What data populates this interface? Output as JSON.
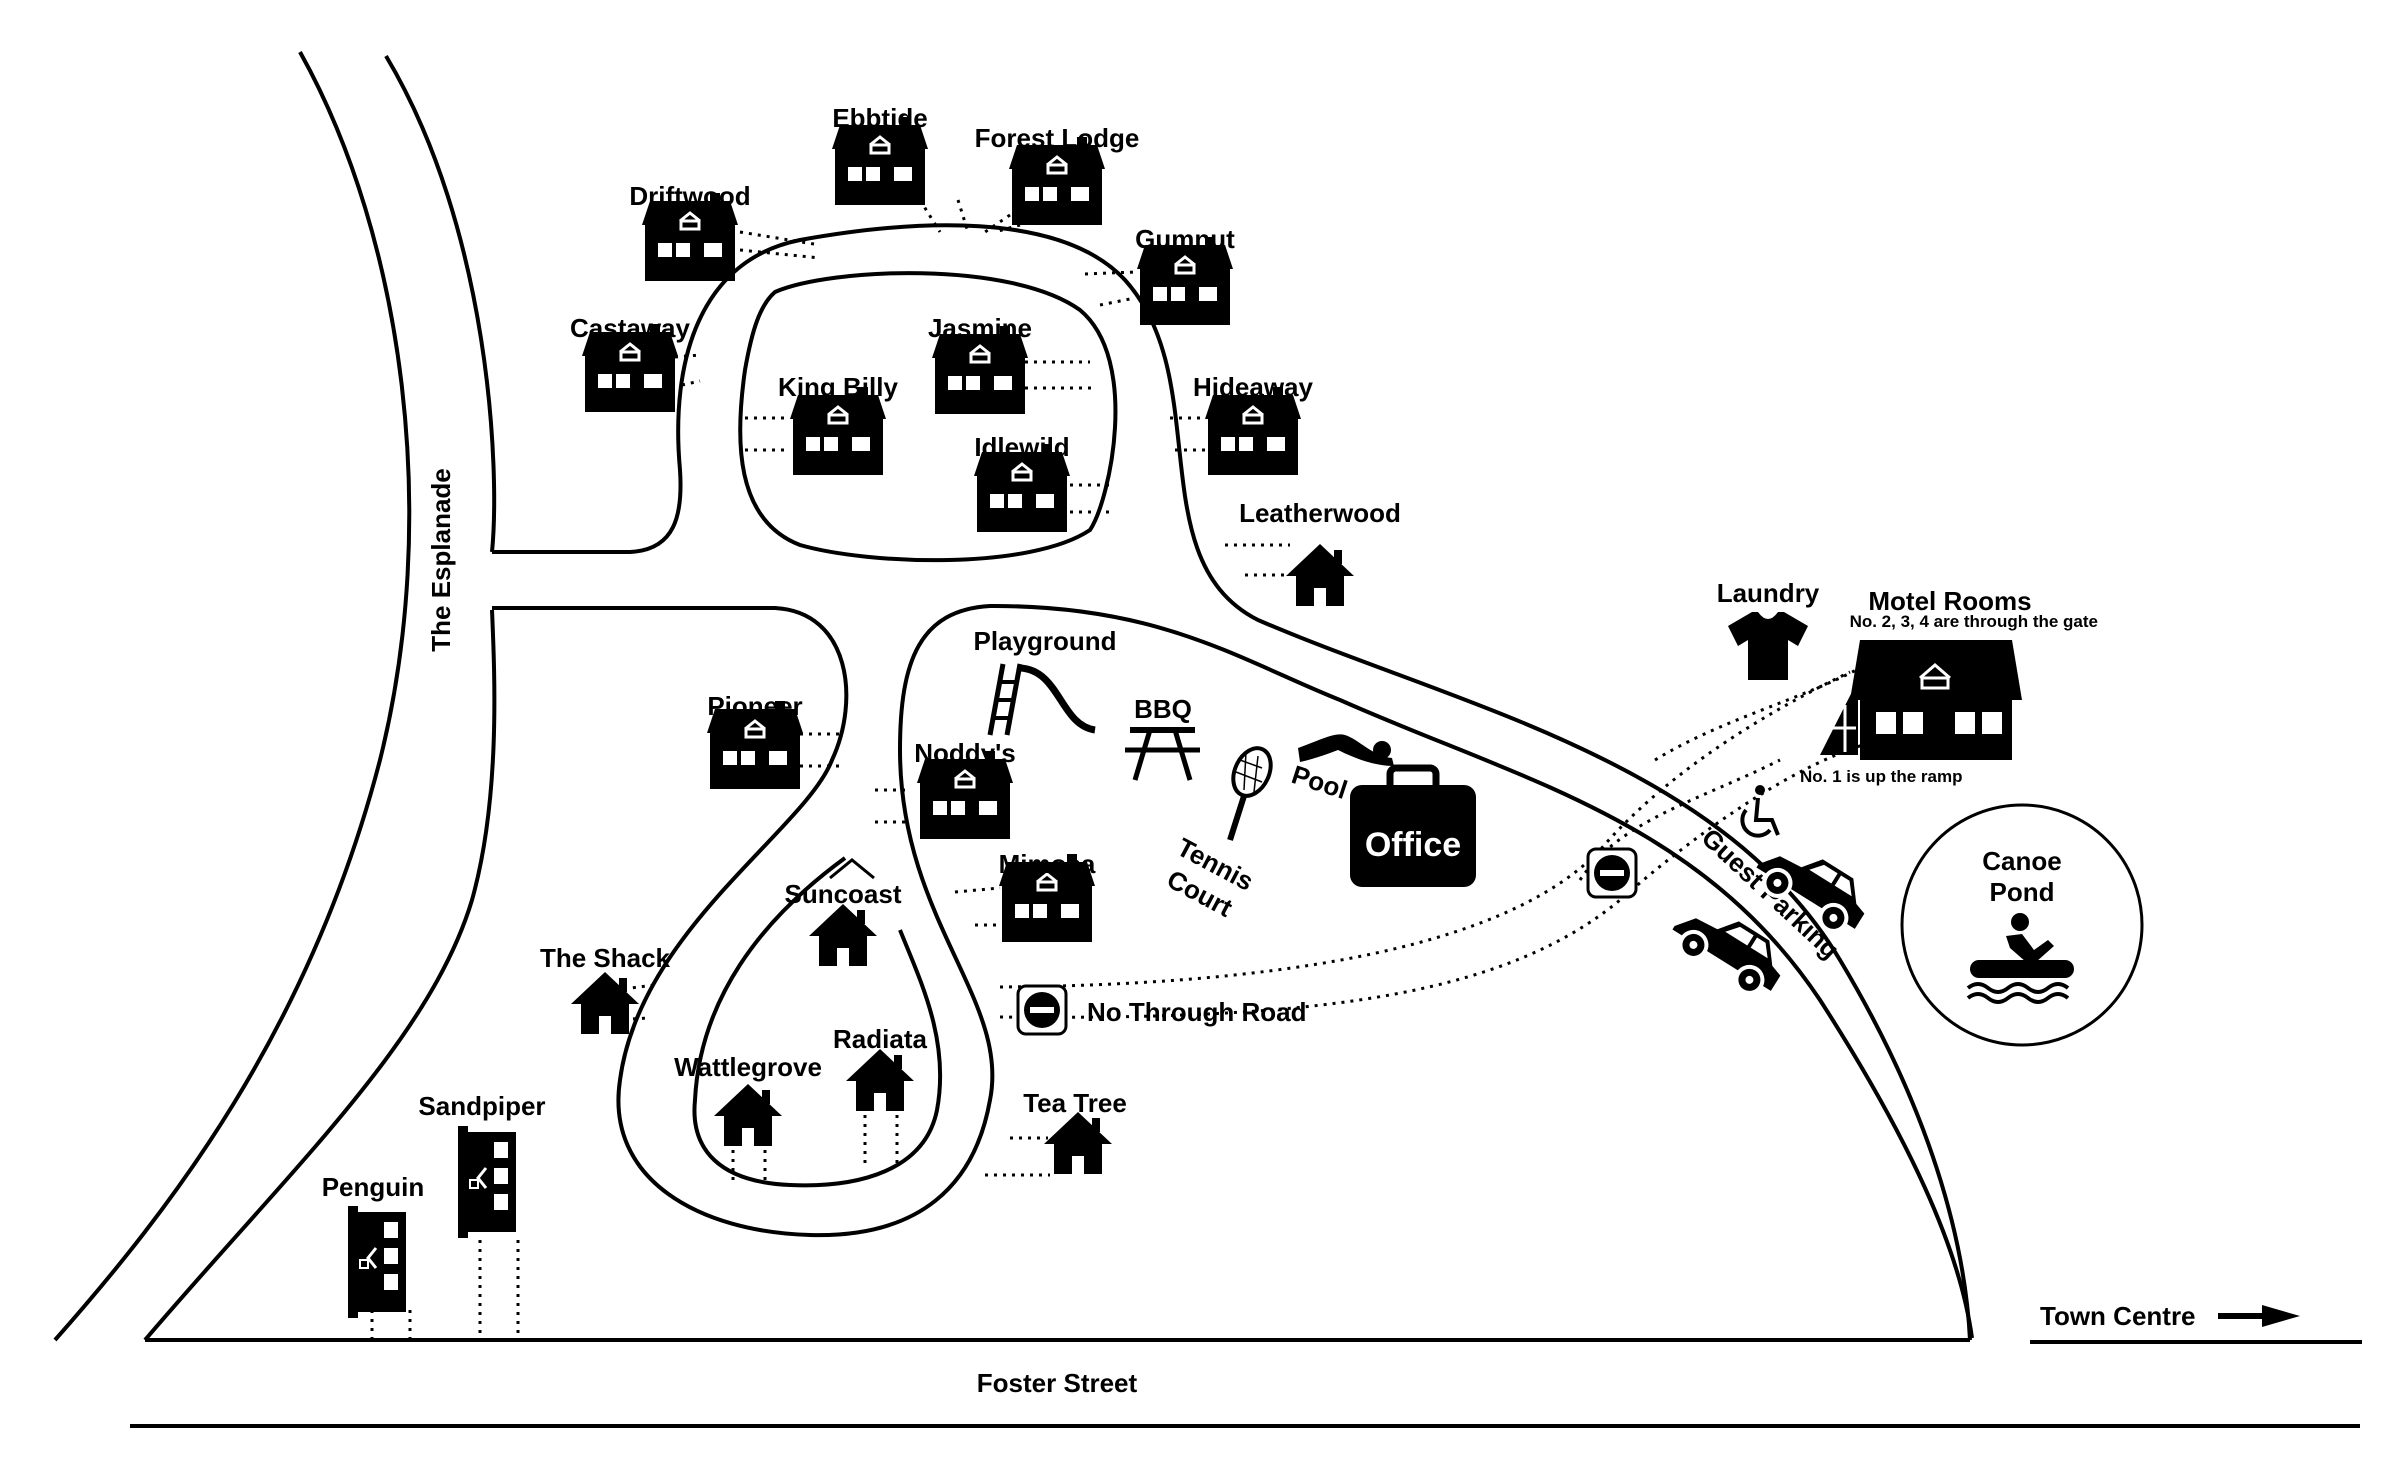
{
  "map": {
    "streets": {
      "esplanade": "The Esplanade",
      "foster": "Foster Street",
      "town_centre": "Town Centre",
      "no_through_road": "No Through Road",
      "guest_parking": "Guest Parking"
    },
    "cabins": {
      "ebbtide": "Ebbtide",
      "forest_lodge": "Forest Lodge",
      "driftwood": "Driftwood",
      "gumnut": "Gumnut",
      "castaway": "Castaway",
      "jasmine": "Jasmine",
      "king_billy": "King Billy",
      "hideaway": "Hideaway",
      "idlewild": "Idlewild",
      "leatherwood": "Leatherwood",
      "pioneer": "Pioneer",
      "noddys": "Noddy's",
      "mimosa": "Mimosa",
      "suncoast": "Suncoast",
      "the_shack": "The Shack",
      "radiata": "Radiata",
      "wattlegrove": "Wattlegrove",
      "tea_tree": "Tea Tree",
      "sandpiper": "Sandpiper",
      "penguin": "Penguin"
    },
    "facilities": {
      "playground": "Playground",
      "bbq": "BBQ",
      "pool": "Pool",
      "tennis_line1": "Tennis",
      "tennis_line2": "Court",
      "office": "Office",
      "laundry": "Laundry",
      "motel_rooms": "Motel Rooms",
      "motel_gate_note": "No. 2, 3, 4 are through the gate",
      "motel_ramp_note": "No. 1 is up the ramp",
      "canoe_line1": "Canoe",
      "canoe_line2": "Pond"
    }
  },
  "colors": {
    "ink": "#000000",
    "paper": "#ffffff"
  }
}
